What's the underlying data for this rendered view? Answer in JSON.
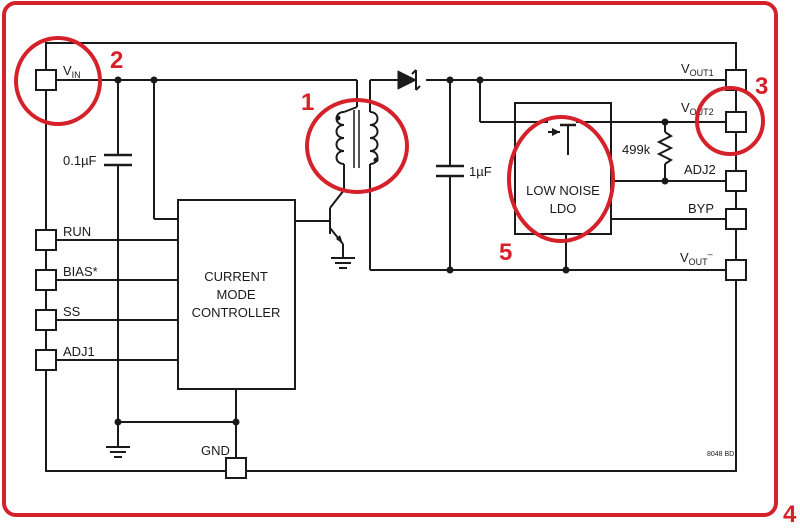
{
  "colors": {
    "wire": "#1a1a1a",
    "callout": "#d4212a"
  },
  "pins": {
    "vin": {
      "main": "V",
      "sub": "IN"
    },
    "vout1": {
      "main": "V",
      "sub": "OUT1"
    },
    "vout2": {
      "main": "V",
      "sub": "OUT2"
    },
    "adj2": "ADJ2",
    "byp": "BYP",
    "vout_neg": {
      "main": "V",
      "sub": "OUT",
      "sup": "–"
    },
    "run": "RUN",
    "bias": "BIAS*",
    "ss": "SS",
    "adj1": "ADJ1",
    "gnd": "GND"
  },
  "components": {
    "cap_in": "0.1µF",
    "cap_out": "1µF",
    "resistor": "499k"
  },
  "blocks": {
    "controller": [
      "CURRENT",
      "MODE",
      "CONTROLLER"
    ],
    "ldo": [
      "LOW NOISE",
      "LDO"
    ]
  },
  "callouts": [
    "1",
    "2",
    "3",
    "4",
    "5"
  ],
  "part_code": "8048 BD"
}
